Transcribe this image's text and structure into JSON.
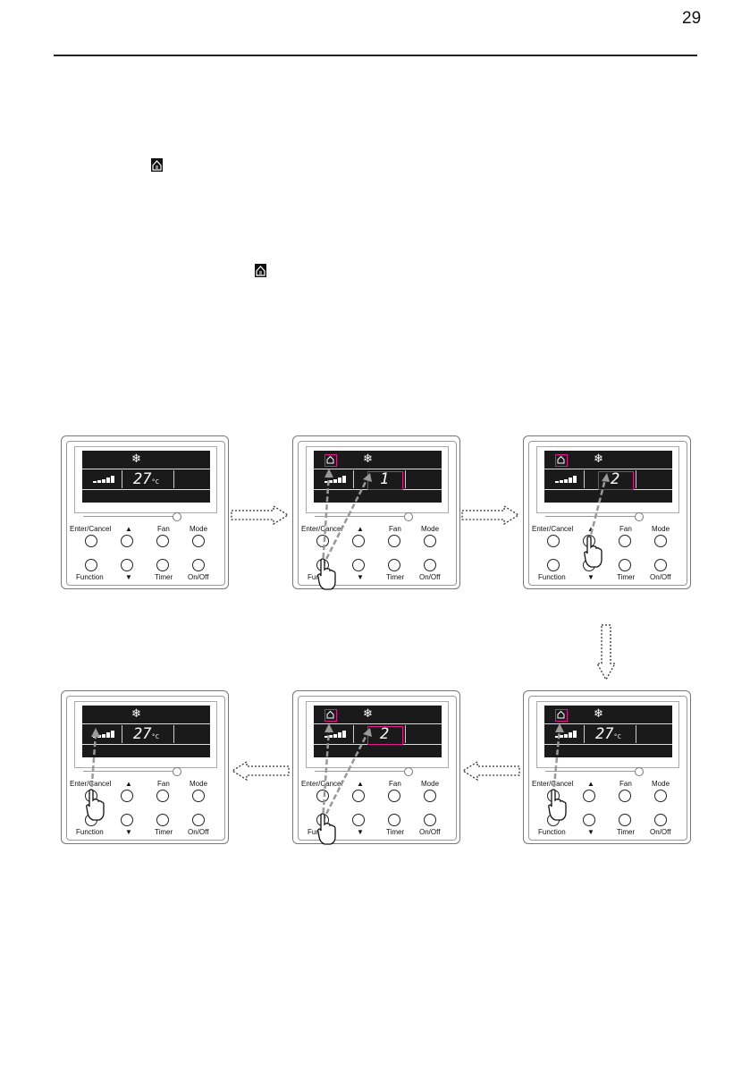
{
  "page": {
    "number": "29"
  },
  "panel_labels": {
    "enter_cancel": "Enter/Cancel",
    "up": "▲",
    "fan": "Fan",
    "mode": "Mode",
    "function": "Function",
    "down": "▼",
    "timer": "Timer",
    "on_off": "On/Off"
  },
  "display": {
    "temperature": "27",
    "unit": "°C",
    "step_value_1": "1",
    "step_value_2": "2",
    "snowflake": "❄"
  },
  "icons": {
    "inline_icon": "house-fresh-air-icon",
    "hand": "pointing-hand-icon",
    "arrow": "dotted-flow-arrow-icon"
  },
  "colors": {
    "highlight": "#e2188a",
    "screen": "#1a1a1a"
  }
}
